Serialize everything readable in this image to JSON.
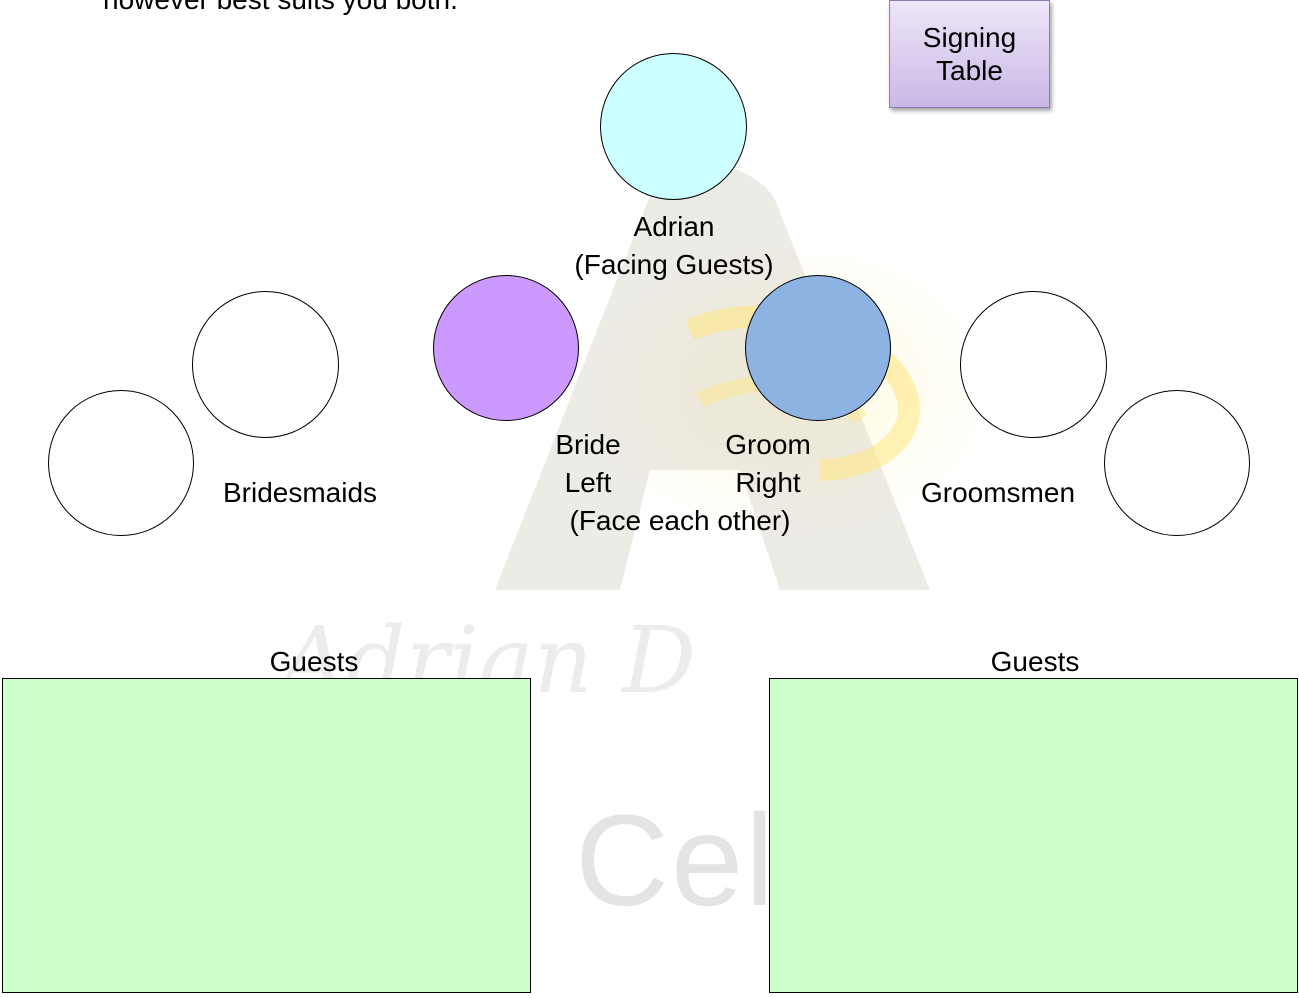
{
  "intro_text": "however best suits you both.",
  "signing_table": {
    "line1": "Signing",
    "line2": "Table"
  },
  "celebrant": {
    "name": "Adrian",
    "note": "(Facing Guests)"
  },
  "bride": {
    "line1": "Bride",
    "line2": "Left"
  },
  "groom": {
    "line1": "Groom",
    "line2": "Right"
  },
  "couple_note": "(Face each other)",
  "bridesmaids_label": "Bridesmaids",
  "groomsmen_label": "Groomsmen",
  "guests_left_label": "Guests",
  "guests_right_label": "Guests",
  "colors": {
    "celebrant_fill": "#ccffff",
    "bride_fill": "#cc99ff",
    "groom_fill": "#8db3e2",
    "attendant_fill": "#ffffff",
    "guests_fill": "#ccffcc",
    "signing_fill": "#d9c9ee"
  }
}
